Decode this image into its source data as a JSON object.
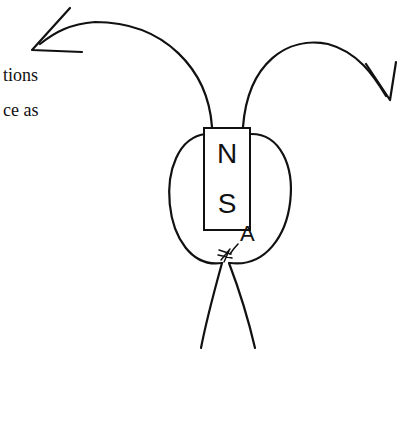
{
  "diagram": {
    "nodes": [
      {
        "text": [
          "N",
          "S"
        ]
      }
    ],
    "labels": [
      "A",
      "tions",
      "ce as"
    ]
  }
}
